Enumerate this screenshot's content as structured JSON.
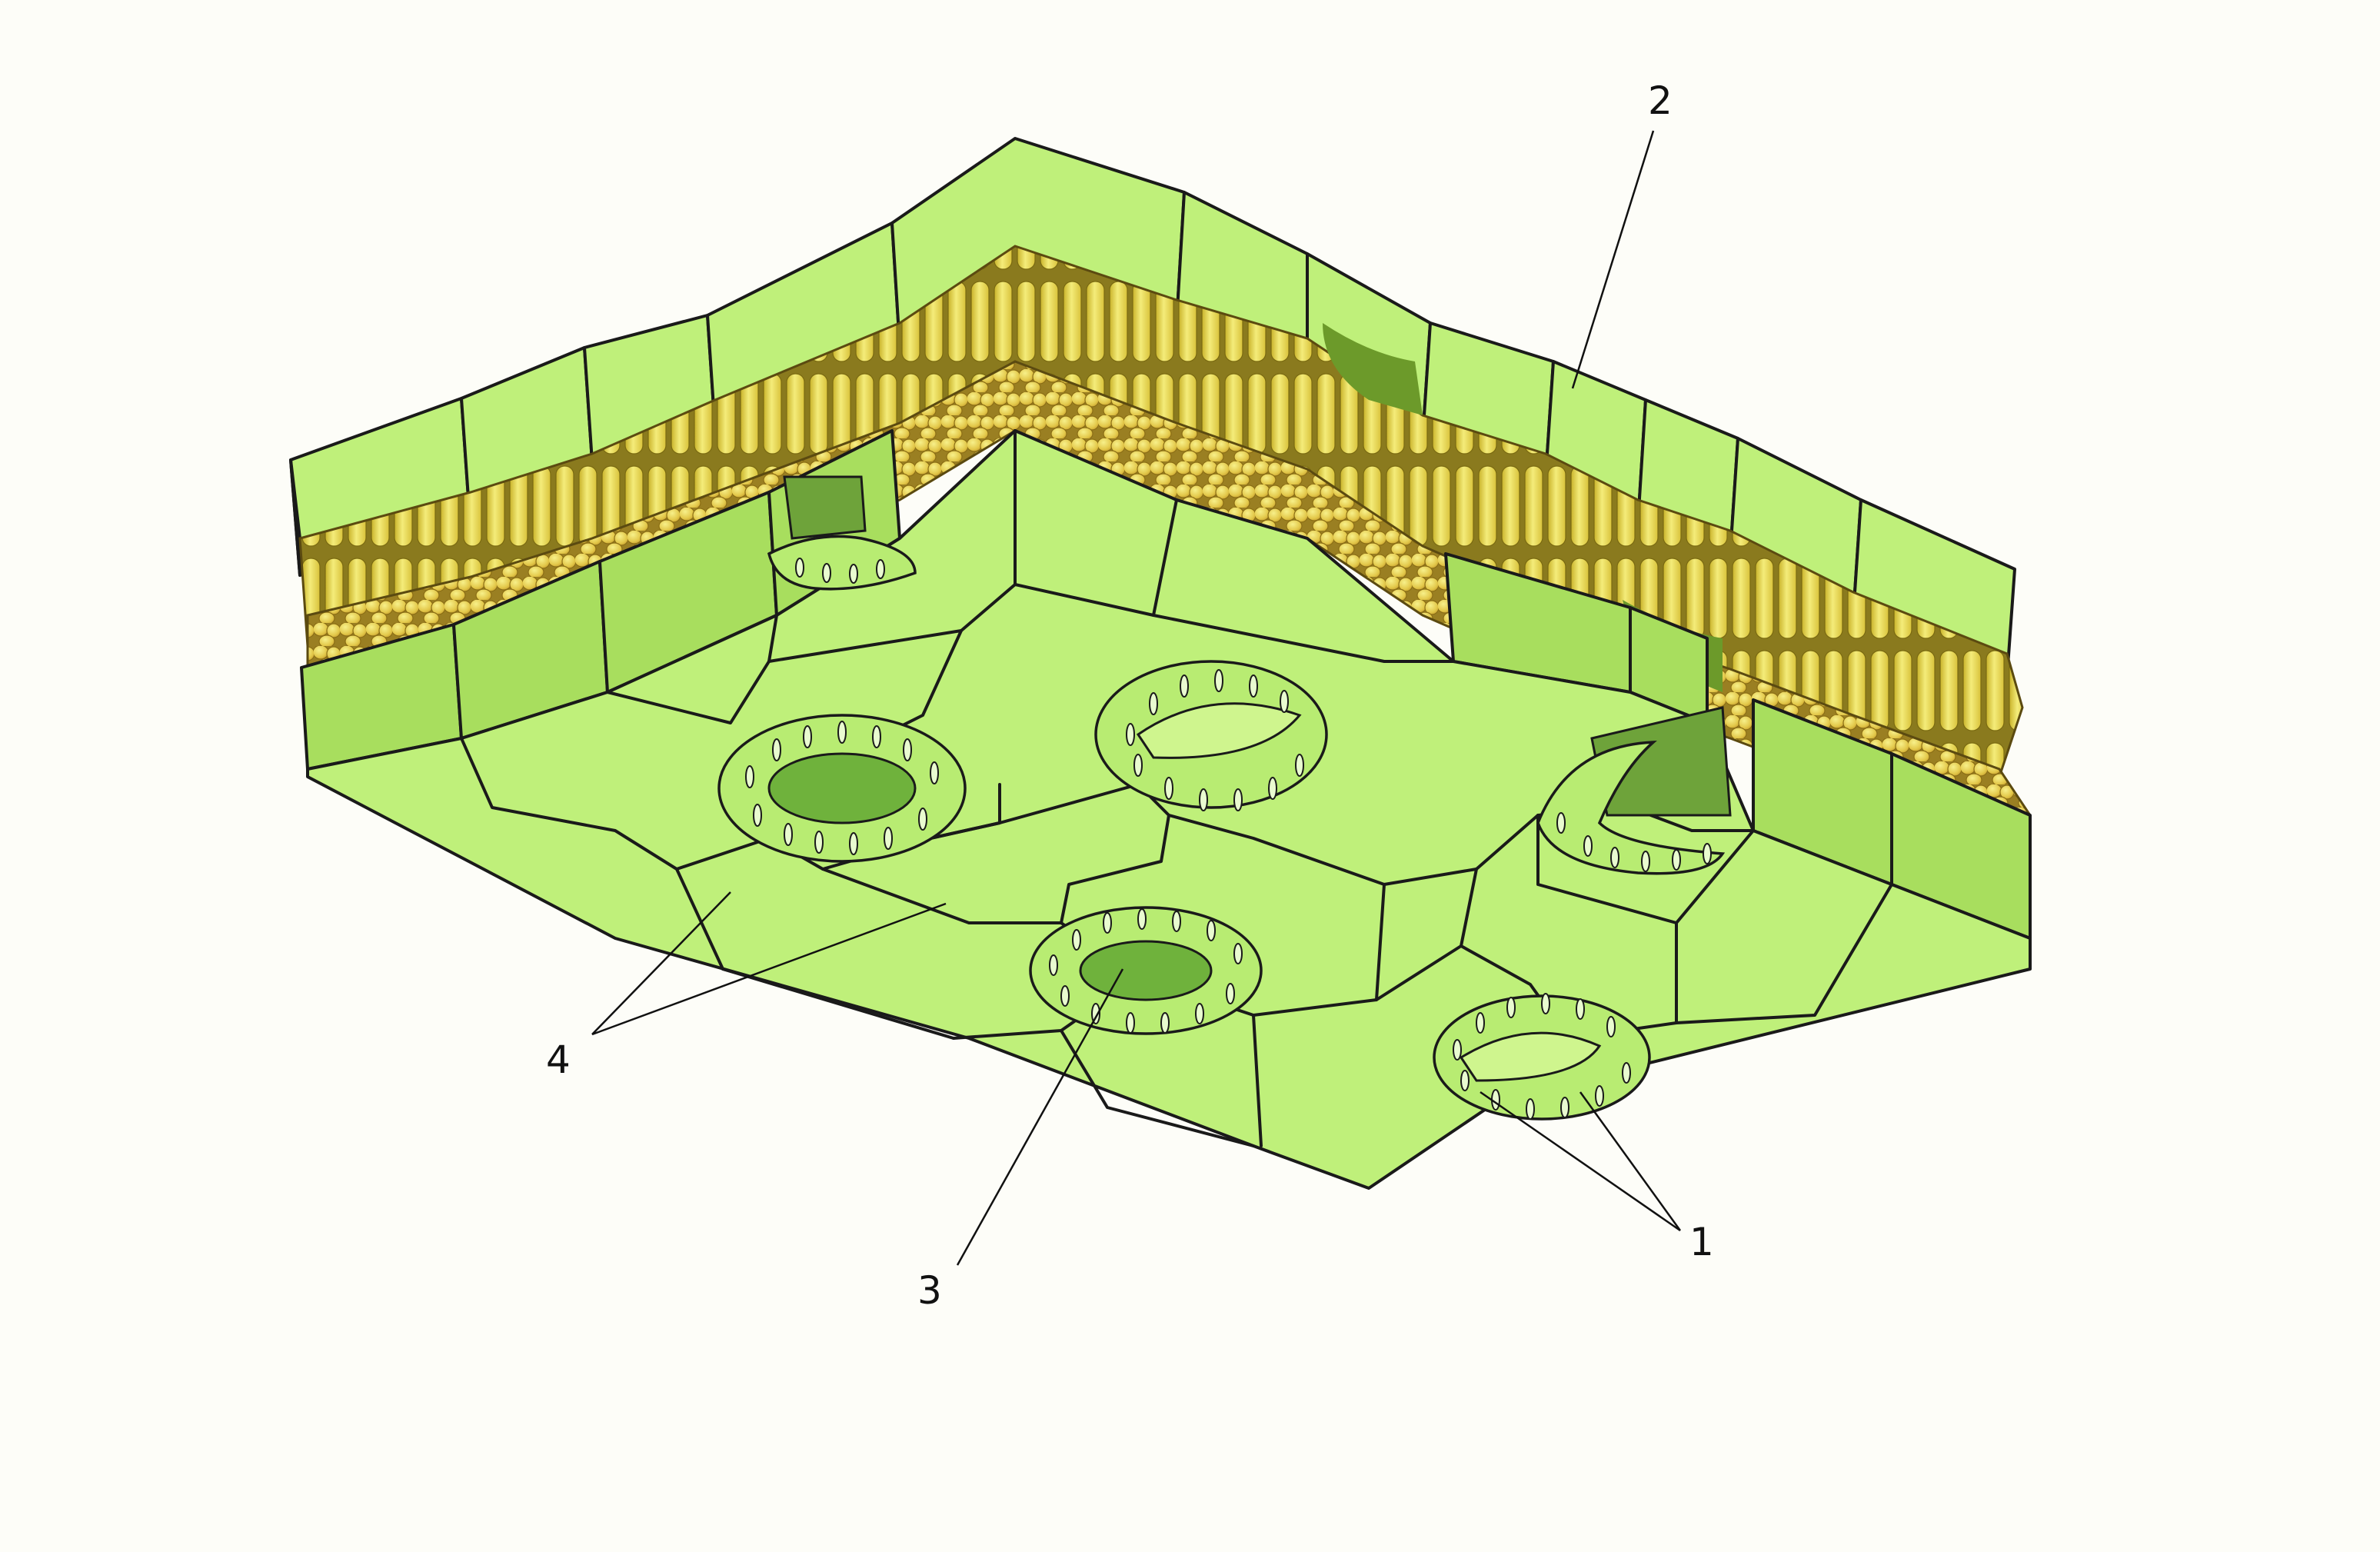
{
  "diagram": {
    "labels": [
      {
        "id": "1",
        "text": "1"
      },
      {
        "id": "2",
        "text": "2"
      },
      {
        "id": "3",
        "text": "3"
      },
      {
        "id": "4",
        "text": "4"
      }
    ],
    "colors": {
      "background": "#fdfdf8",
      "epidermis": "#bff07a",
      "mesophyll": "#e8d84a",
      "stomatal_pore": "#6fb23c",
      "outline": "#1a1a1a"
    }
  }
}
